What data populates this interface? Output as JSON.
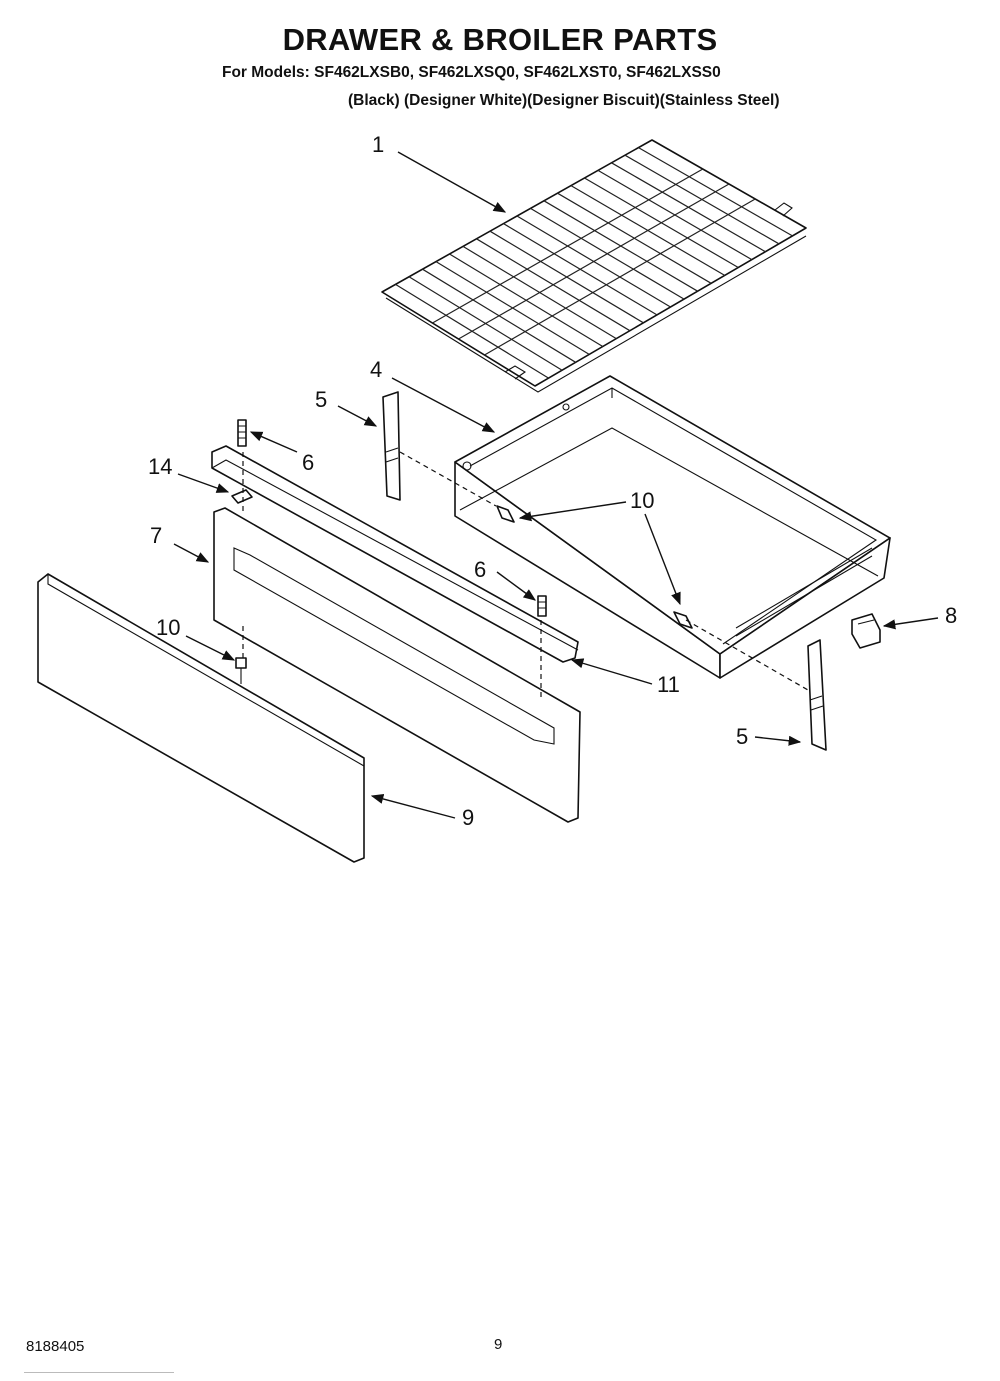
{
  "header": {
    "title": "DRAWER & BROILER PARTS",
    "models": "For Models: SF462LXSB0, SF462LXSQ0, SF462LXST0, SF462LXSS0",
    "finishes": "(Black) (Designer White)(Designer Biscuit)(Stainless Steel)"
  },
  "callouts": {
    "c1": "1",
    "c4": "4",
    "c5a": "5",
    "c5b": "5",
    "c6a": "6",
    "c6b": "6",
    "c7": "7",
    "c8": "8",
    "c9": "9",
    "c10a": "10",
    "c10b": "10",
    "c11": "11",
    "c14": "14"
  },
  "footer": {
    "doc_number": "8188405",
    "page_number": "9"
  }
}
